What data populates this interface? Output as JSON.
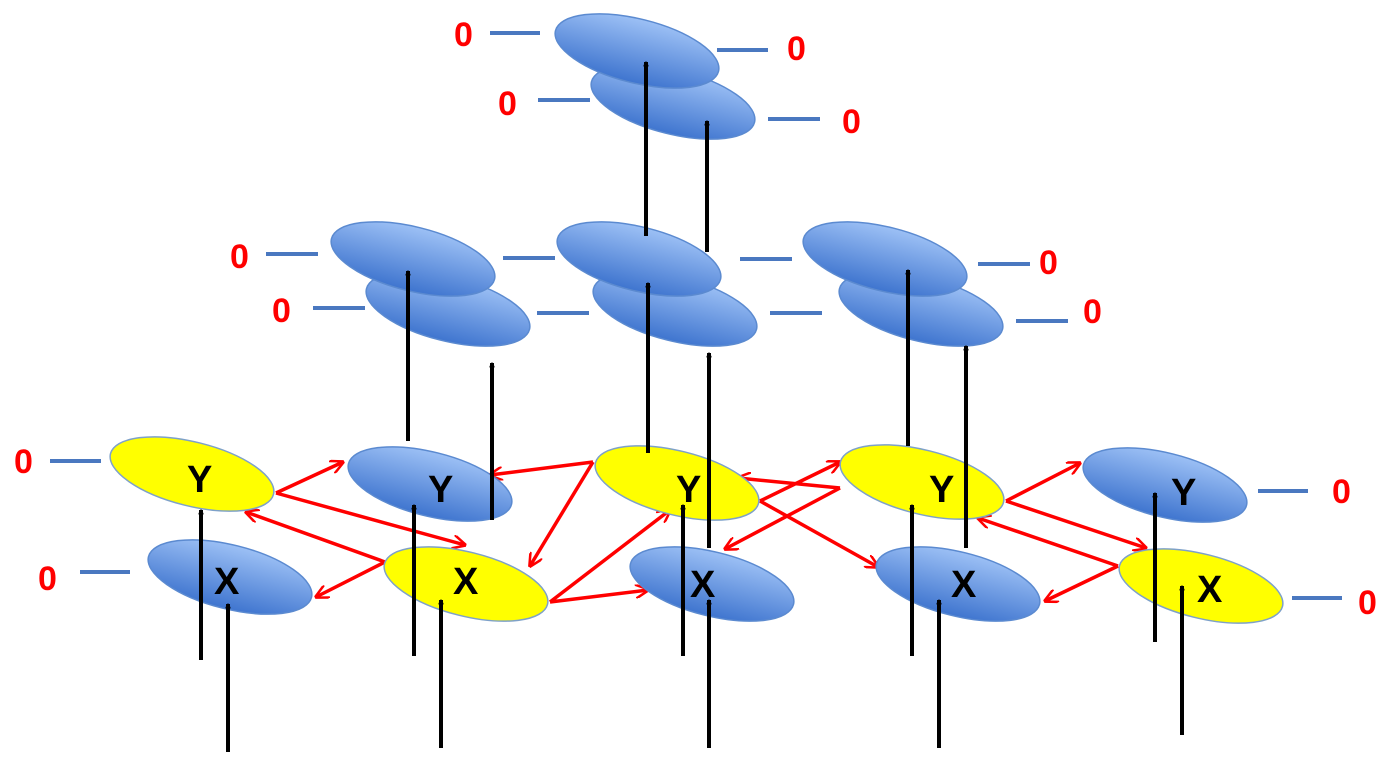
{
  "labels": {
    "y": "Y",
    "x": "X",
    "zero": "0"
  },
  "colors": {
    "active": "#ffff00",
    "inactive": "#5b8fd8",
    "lateral": "#ff0000",
    "feedforward": "#000000",
    "stub": "#4a78c0"
  }
}
